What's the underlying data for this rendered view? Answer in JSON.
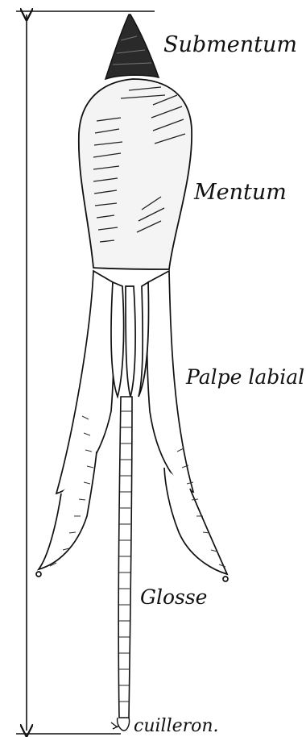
{
  "labels": {
    "submentum": "Submentum",
    "mentum": "Mentum",
    "palpe_labial": "Palpe labial",
    "glosse": "Glosse",
    "cuilleron": "cuilleron."
  },
  "colors": {
    "ink": "#111111",
    "paper": "#ffffff"
  }
}
